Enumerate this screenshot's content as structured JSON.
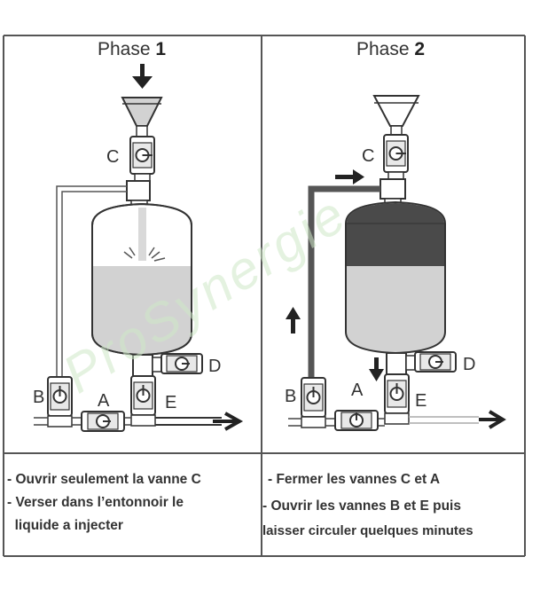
{
  "phase1": {
    "title_word": "Phase",
    "title_num": "1",
    "instructions": [
      "- Ouvrir seulement la vanne C",
      "- Verser dans l’entonnoir le",
      "  liquide a injecter"
    ]
  },
  "phase2": {
    "title_word": "Phase",
    "title_num": "2",
    "instructions": [
      "- Fermer les vannes C et A",
      "- Ouvrir les vannes B et E puis",
      "laisser circuler quelques minutes"
    ]
  },
  "valve_labels": {
    "c": "C",
    "d": "D",
    "e": "E",
    "b": "B",
    "a": "A"
  },
  "watermark": "ProSynergie",
  "colors": {
    "liquid_light": "#d2d2d2",
    "liquid_dark": "#4a4a4a",
    "line": "#333333",
    "watermark": "#cfe8c8"
  }
}
